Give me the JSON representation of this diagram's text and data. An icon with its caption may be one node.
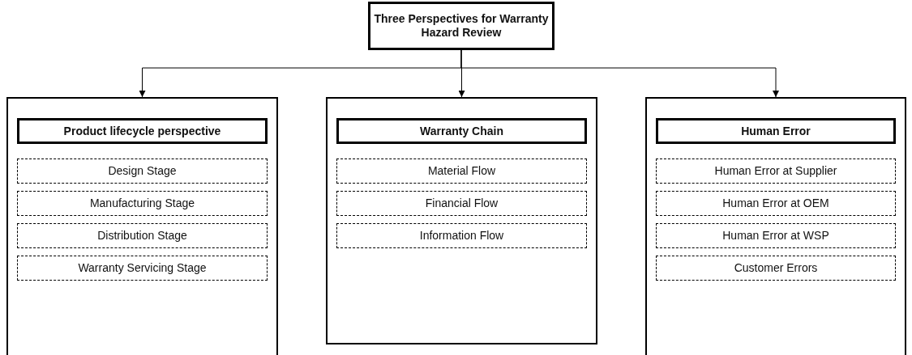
{
  "diagram": {
    "nodes": [
      {
        "text": [
          "Three Perspectives for Warranty Hazard Review"
        ]
      },
      {
        "text": [],
        "shape": "box"
      },
      {
        "text": [
          "Product lifecycle perspective"
        ],
        "in": 1
      },
      {
        "text": [
          "Design Stage"
        ],
        "in": 1
      },
      {
        "text": [
          "Manufacturing Stage"
        ],
        "in": 1
      },
      {
        "text": [
          "Distribution Stage"
        ],
        "in": 1
      },
      {
        "text": [
          "Warranty Servicing Stage"
        ],
        "in": 1
      },
      {
        "text": [],
        "shape": "box"
      },
      {
        "text": [
          "Warranty Chain"
        ],
        "in": 7
      },
      {
        "text": [
          "Material Flow"
        ],
        "in": 7
      },
      {
        "text": [
          "Financial Flow"
        ],
        "in": 7
      },
      {
        "text": [
          "Information Flow"
        ],
        "in": 7
      },
      {
        "text": [],
        "shape": "box"
      },
      {
        "text": [
          "Human Error"
        ],
        "in": 12
      },
      {
        "text": [
          "Human Error at Supplier"
        ],
        "in": 12
      },
      {
        "text": [
          "Human Error at OEM"
        ],
        "in": 12
      },
      {
        "text": [
          "Human Error at WSP"
        ],
        "in": 12
      },
      {
        "text": [
          "Customer Errors"
        ],
        "in": 12
      }
    ],
    "edges": [
      {
        "from": 0,
        "to": 1,
        "arrow": "to"
      },
      {
        "from": 0,
        "to": 7,
        "arrow": "to"
      },
      {
        "from": 0,
        "to": 12,
        "arrow": "to"
      }
    ]
  }
}
